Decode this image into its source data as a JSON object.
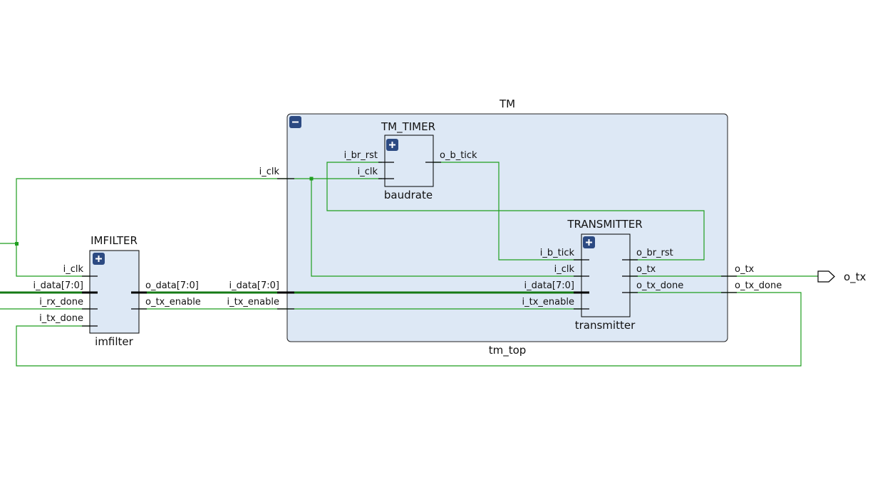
{
  "hier_block": {
    "title": "TM",
    "instance": "tm_top",
    "collapse_symbol": "−",
    "ports_in": [
      "i_clk",
      "i_data[7:0]",
      "i_tx_enable"
    ],
    "ports_out": [
      "o_tx",
      "o_tx_done"
    ]
  },
  "timer": {
    "title": "TM_TIMER",
    "instance": "baudrate",
    "inputs": [
      "i_br_rst",
      "i_clk"
    ],
    "outputs": [
      "o_b_tick"
    ]
  },
  "transmitter": {
    "title": "TRANSMITTER",
    "instance": "transmitter",
    "inputs": [
      "i_b_tick",
      "i_clk",
      "i_data[7:0]",
      "i_tx_enable"
    ],
    "outputs": [
      "o_br_rst",
      "o_tx",
      "o_tx_done"
    ]
  },
  "imfilter": {
    "title": "IMFILTER",
    "instance": "imfilter",
    "inputs": [
      "i_clk",
      "i_data[7:0]",
      "i_rx_done",
      "i_tx_done"
    ],
    "outputs": [
      "o_data[7:0]",
      "o_tx_enable"
    ]
  },
  "output_port": {
    "label": "o_tx"
  },
  "colors": {
    "wire": "#1f9e1f",
    "bus": "#157a15",
    "block_fill": "#dde8f5",
    "button": "#2c4a82"
  }
}
